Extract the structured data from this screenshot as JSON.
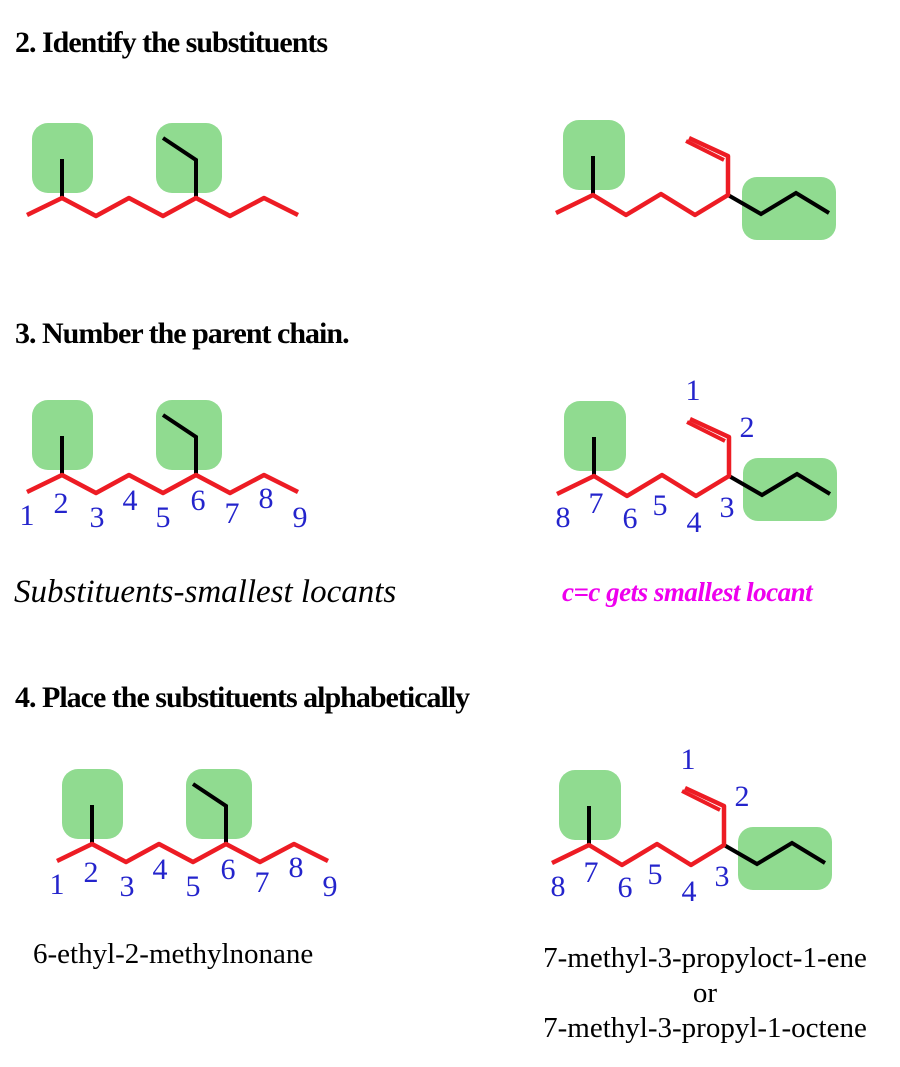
{
  "colors": {
    "parent_chain_red": "#ED1C24",
    "substituent_black": "#000000",
    "highlight_green": "#90DB90",
    "locant_blue": "#2424CC",
    "note_magenta": "#EE00EE"
  },
  "step2": {
    "heading": "2. Identify the substituents"
  },
  "step3": {
    "heading": "3. Number the parent chain.",
    "left_note": "Substituents-smallest locants",
    "right_note": "c=c gets smallest locant"
  },
  "step4": {
    "heading": "4. Place the substituents alphabetically",
    "left_name": "6-ethyl-2-methylnonane",
    "right_name_line1": "7-methyl-3-propyloct-1-ene",
    "right_name_line2": "or",
    "right_name_line3": "7-methyl-3-propyl-1-octene"
  },
  "locants": {
    "nonane": [
      "1",
      "2",
      "3",
      "4",
      "5",
      "6",
      "7",
      "8",
      "9"
    ],
    "octene": [
      "1",
      "2",
      "3",
      "4",
      "5",
      "6",
      "7",
      "8"
    ]
  }
}
